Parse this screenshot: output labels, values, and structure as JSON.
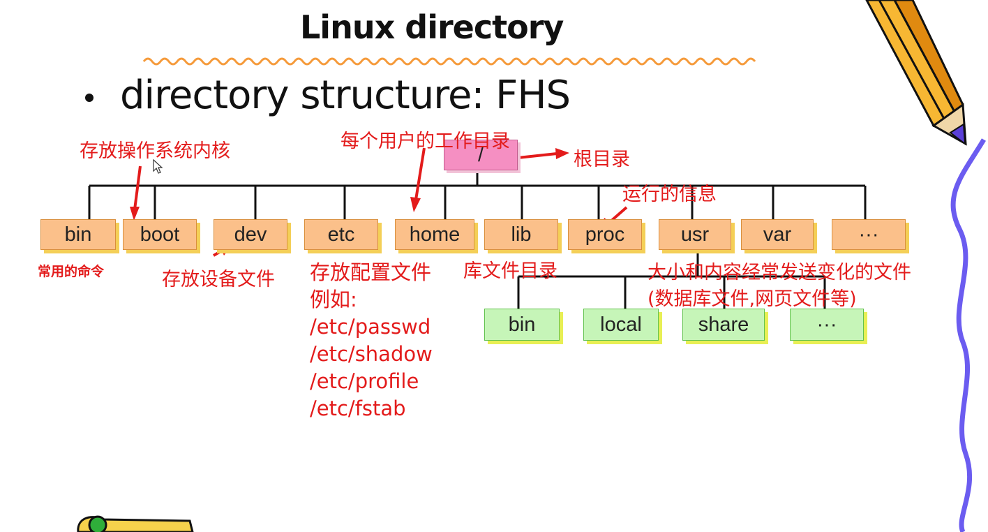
{
  "slide": {
    "title": "Linux directory",
    "bullet": "directory structure: FHS"
  },
  "tree": {
    "root": "/",
    "top_level": [
      "bin",
      "boot",
      "dev",
      "etc",
      "home",
      "lib",
      "proc",
      "usr",
      "var",
      "···"
    ],
    "usr_children": [
      "bin",
      "local",
      "share",
      "···"
    ]
  },
  "annotations": {
    "kernel": "存放操作系统内核",
    "user_home": "每个用户的工作目录",
    "root_dir": "根目录",
    "runtime_info": "运行的信息",
    "common_commands": "常用的命令",
    "device_files": "存放设备文件",
    "config_files": "存放配置文件",
    "example": "例如:",
    "config_examples": [
      "/etc/passwd",
      "/etc/shadow",
      "/etc/profile",
      "/etc/fstab"
    ],
    "lib_files": "库文件目录",
    "var_desc_1": "大小和内容经常发送变化的文件",
    "var_desc_2": "(数据库文件,网页文件等)"
  },
  "colors": {
    "annotation": "#e31b1b",
    "box_orange": "#fbc08a",
    "box_green": "#c6f5b8",
    "box_root": "#f58fc2",
    "wavy_underline": "#f59a3a",
    "page_edge": "#6b5cf0"
  },
  "icons": [
    "pencil-icon",
    "cursor-icon",
    "paper-clip-icon"
  ]
}
